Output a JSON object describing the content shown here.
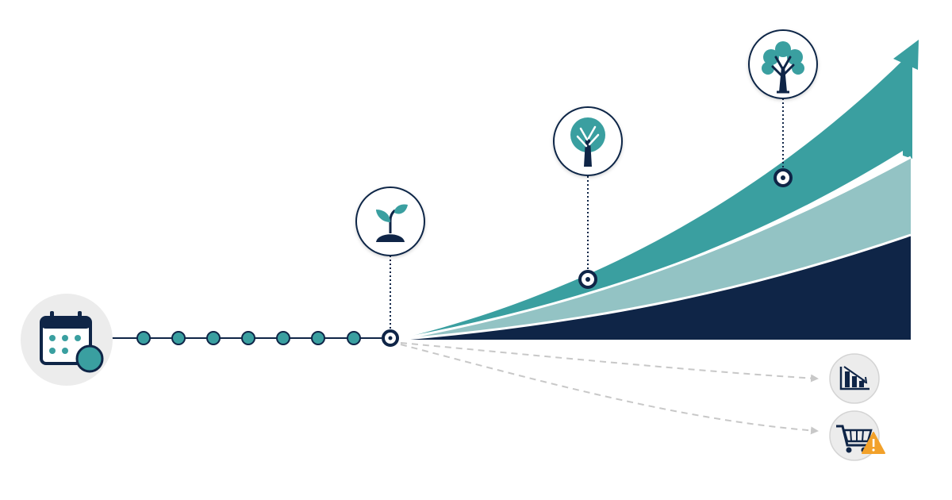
{
  "colors": {
    "navy": "#0f2547",
    "teal": "#3a9fa0",
    "teal_light": "#93c3c4",
    "gray_line": "#c8c8c8",
    "gray_circle": "#ececec",
    "warning": "#f2a12a"
  },
  "icons": {
    "start": "calendar-icon",
    "milestone_1": "seedling-icon",
    "milestone_2": "young-tree-icon",
    "milestone_3": "mature-tree-icon",
    "risk_1": "declining-bar-chart-icon",
    "risk_2": "shopping-cart-warning-icon"
  },
  "timeline": {
    "waiting_period_dots": 7,
    "growth_bands": [
      "navy",
      "teal_light",
      "teal"
    ],
    "growth_direction": "upward-exponential",
    "alternative_paths": 2
  }
}
